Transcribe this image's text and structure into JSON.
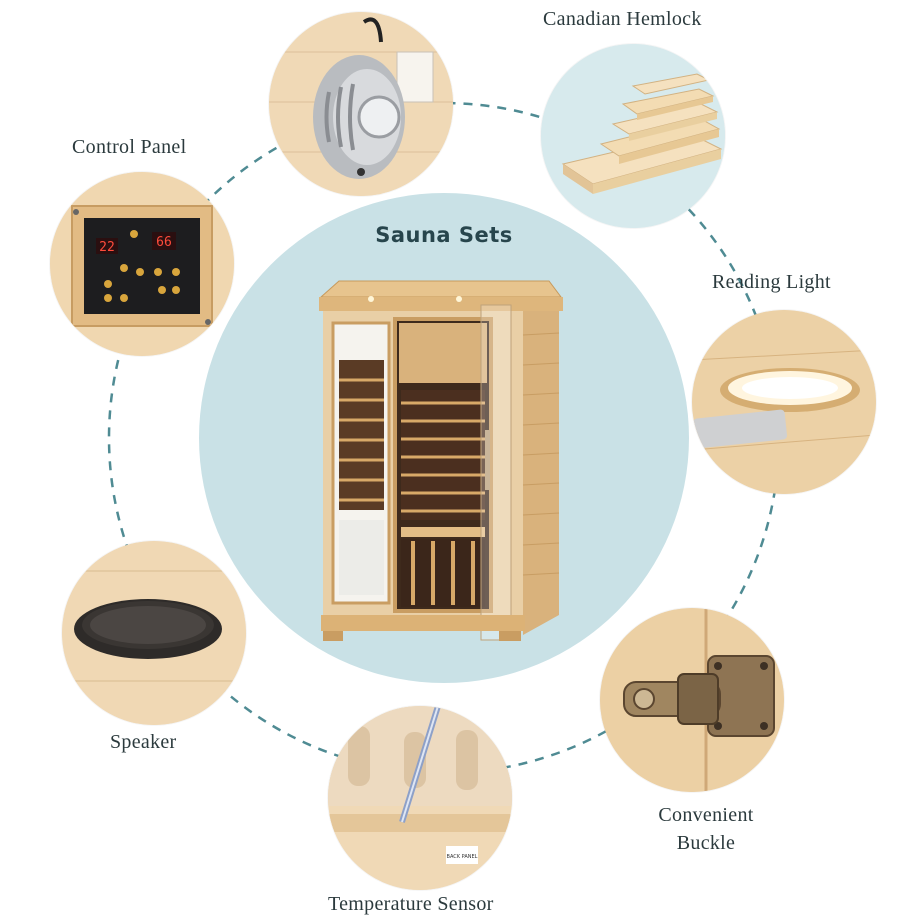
{
  "title": "Sauna Sets",
  "features": [
    {
      "id": "heater",
      "label": ""
    },
    {
      "id": "hemlock",
      "label": "Canadian Hemlock"
    },
    {
      "id": "control",
      "label": "Control Panel"
    },
    {
      "id": "reading-light",
      "label": "Reading Light"
    },
    {
      "id": "speaker",
      "label": "Speaker"
    },
    {
      "id": "buckle",
      "label_line1": "Convenient",
      "label_line2": "Buckle"
    },
    {
      "id": "temp-sensor",
      "label": "Temperature Sensor"
    }
  ],
  "panel": {
    "display_left": "22",
    "display_right": "66",
    "back_panel": "BACK PANEL"
  },
  "colors": {
    "disc": "#c9e1e6",
    "dash": "#4f8b93",
    "wood": "#e9cfa6",
    "title": "#27454c",
    "label": "#2b3a3d"
  }
}
